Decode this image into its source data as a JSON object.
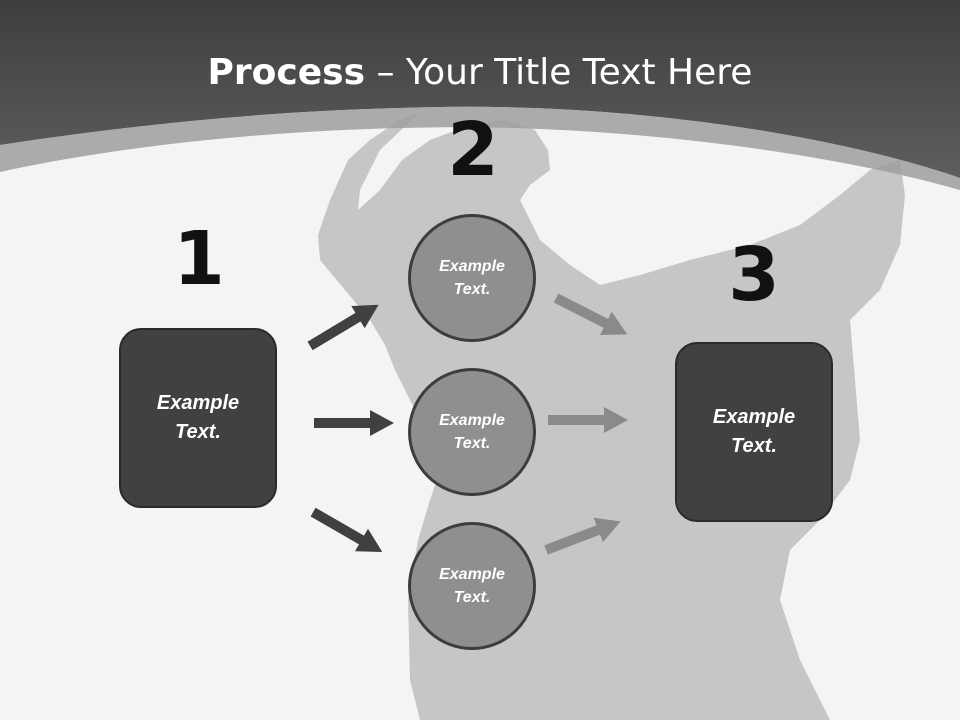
{
  "slide": {
    "title_bold": "Process",
    "title_rest": " – Your Title Text Here"
  },
  "steps": {
    "num1": "1",
    "num2": "2",
    "num3": "3"
  },
  "left_box": {
    "text": "Example\nText."
  },
  "right_box": {
    "text": "Example\nText."
  },
  "circles": [
    {
      "text": "Example\nText."
    },
    {
      "text": "Example\nText."
    },
    {
      "text": "Example\nText."
    }
  ],
  "colors": {
    "header": "#4d4d4d",
    "box": "#414141",
    "circle": "#8f8f8f",
    "dark_arrow": "#404040",
    "light_arrow": "#8a8a8a",
    "silhouette": "#c6c6c6"
  }
}
